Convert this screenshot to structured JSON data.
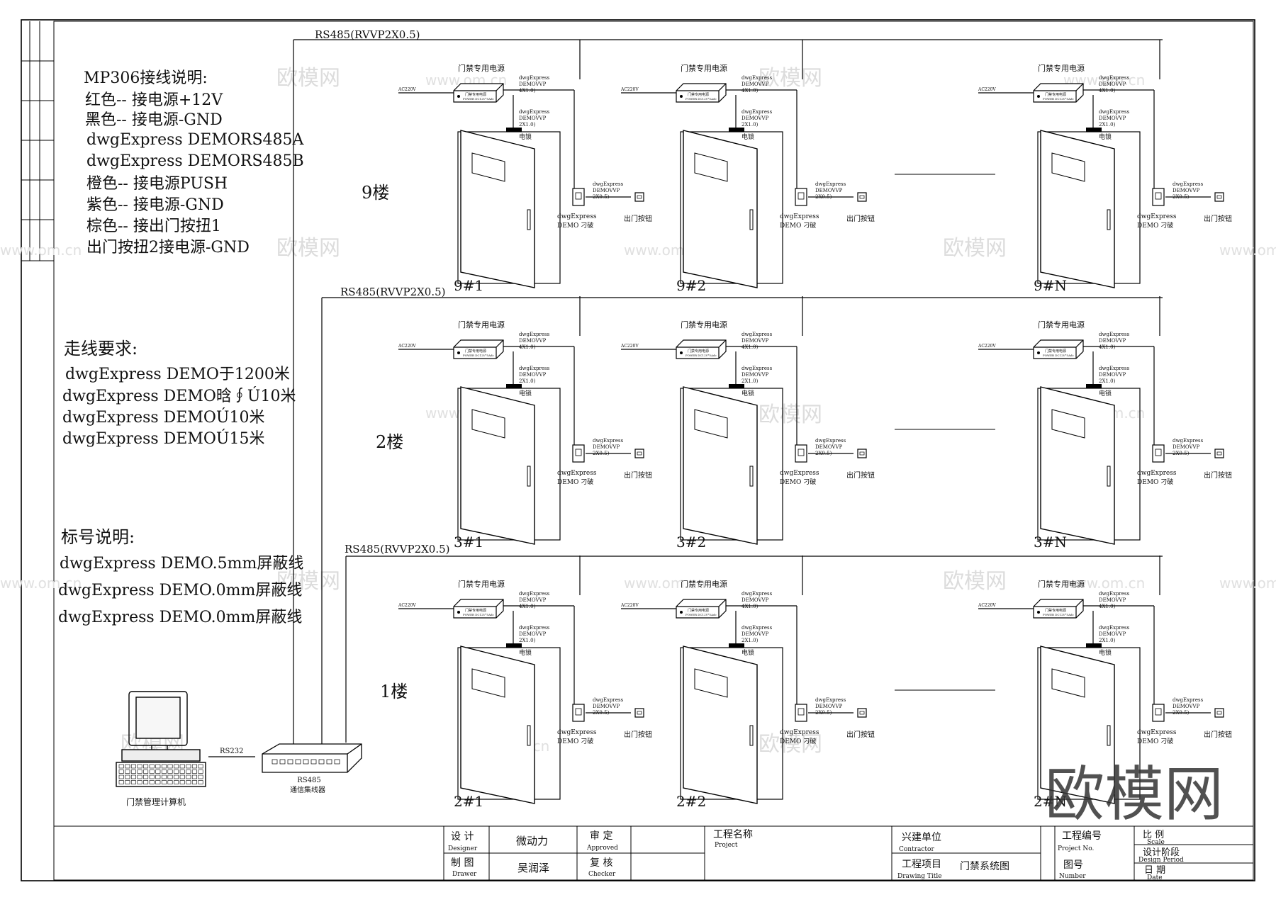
{
  "notes": {
    "wiring": {
      "title": "MP306接线说明:",
      "lines": [
        "红色-- 接电源+12V",
        "黑色-- 接电源-GND",
        "dwgExpress DEMORS485A",
        "dwgExpress DEMORS485B",
        "橙色-- 接电源PUSH",
        "紫色-- 接电源-GND",
        "棕色-- 接出门按扭1",
        "出门按扭2接电源-GND"
      ]
    },
    "routing": {
      "title": "走线要求:",
      "lines": [
        "dwgExpress DEMO于1200米",
        "dwgExpress DEMO晗∮Ú10米",
        "dwgExpress DEMOÚ10米",
        "dwgExpress DEMOÚ15米"
      ]
    },
    "labels": {
      "title": "标号说明:",
      "lines": [
        "dwgExpress DEMO.5mm屏蔽线",
        "dwgExpress DEMO.0mm屏蔽线",
        "dwgExpress DEMO.0mm屏蔽线"
      ]
    }
  },
  "bus_label": "RS485(RVVP2X0.5)",
  "floors": [
    {
      "name": "9楼",
      "doors": [
        "9#1",
        "9#2",
        "9#N"
      ]
    },
    {
      "name": "2楼",
      "doors": [
        "3#1",
        "3#2",
        "3#N"
      ]
    },
    {
      "name": "1楼",
      "doors": [
        "2#1",
        "2#2",
        "2#N"
      ]
    }
  ],
  "door_unit": {
    "psu_title": "门禁专用电源",
    "psu_body": "门禁专用电源",
    "psu_model": "POWER DC12V*5Adc",
    "ac_label": "AC220V",
    "cable_a": [
      "dwgExpress",
      "DEMOVVP",
      "4X1.0)"
    ],
    "cable_b": [
      "dwgExpress",
      "DEMOVVP",
      "2X1.0)"
    ],
    "lock_label": "电锁",
    "cable_c": [
      "dwgExpress",
      "DEMOVVP",
      "2X0.5)"
    ],
    "reader_label": [
      "dwgExpress",
      "DEMO 刁破"
    ],
    "exit_button": "出门按钮"
  },
  "computer": {
    "label": "门禁管理计算机",
    "link": "RS232"
  },
  "hub": {
    "line1": "RS485",
    "line2": "通信集线器"
  },
  "title_block": {
    "designer_cn": "设 计",
    "designer_en": "Designer",
    "designer_name": "微动力",
    "drawer_cn": "制 图",
    "drawer_en": "Drawer",
    "drawer_name": "吴润泽",
    "approved_cn": "审 定",
    "approved_en": "Approved",
    "checker_cn": "复 核",
    "checker_en": "Checker",
    "project_cn": "工程名称",
    "project_en": "Project",
    "contractor_cn": "兴建单位",
    "contractor_en": "Contractor",
    "drawing_cn": "工程项目",
    "drawing_value": "门禁系统图",
    "drawing_en": "Drawing Title",
    "projno_cn": "工程编号",
    "projno_en": "Project No.",
    "number_cn": "图号",
    "number_en": "Number",
    "scale_cn": "比 例",
    "scale_en": "Scale",
    "period_cn": "设计阶段",
    "period_en": "Design Period",
    "date_cn": "日 期",
    "date_en": "Date"
  },
  "watermark": {
    "big": "欧模网",
    "small": "欧模网",
    "url": "www.om.cn"
  }
}
